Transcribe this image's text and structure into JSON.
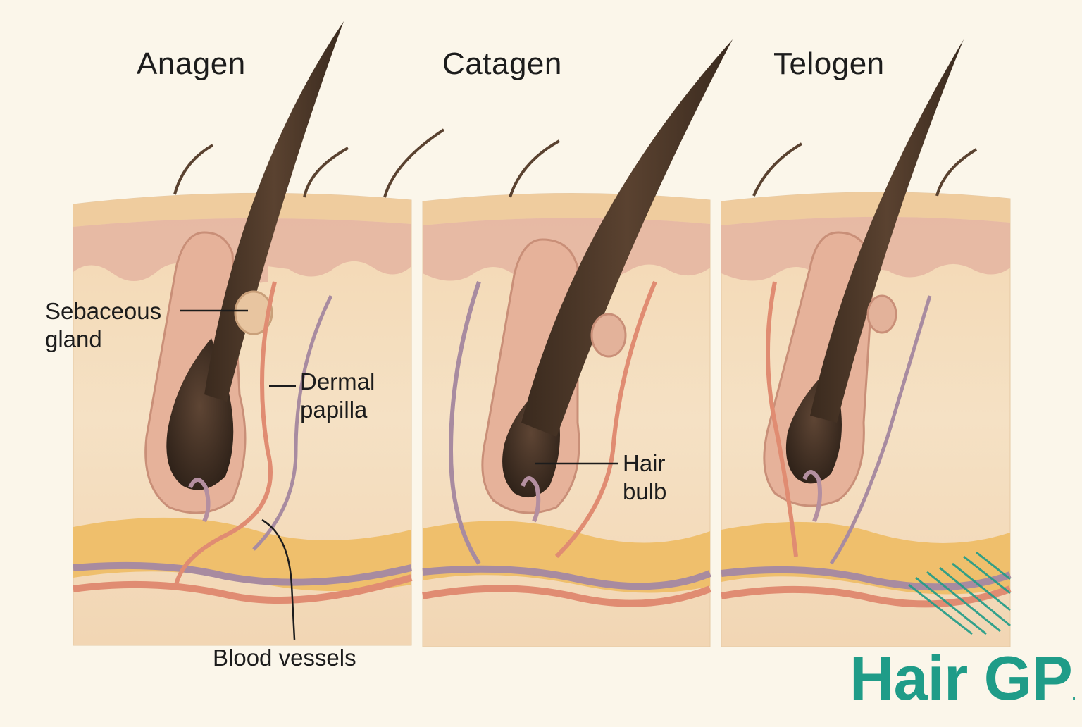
{
  "stages": [
    {
      "title": "Anagen"
    },
    {
      "title": "Catagen"
    },
    {
      "title": "Telogen"
    }
  ],
  "labels": {
    "sebaceous_gland": [
      "Sebaceous",
      "gland"
    ],
    "dermal_papilla": [
      "Dermal",
      "papilla"
    ],
    "hair_bulb": [
      "Hair",
      "bulb"
    ],
    "blood_vessels": "Blood vessels"
  },
  "logo": {
    "text": "Hair GP",
    "mark": ".",
    "color": "#1f9c88"
  },
  "colors": {
    "background": "#fbf6ea",
    "epidermis": "#f1d2a8",
    "dermis": "#f4dcb9",
    "pink_layer": "#e3b0a0",
    "fat_layer": "#eebd68",
    "hair": "#4a3424",
    "artery": "#e58f72",
    "vein": "#a88ba0",
    "label_text": "#1c1c1c"
  }
}
